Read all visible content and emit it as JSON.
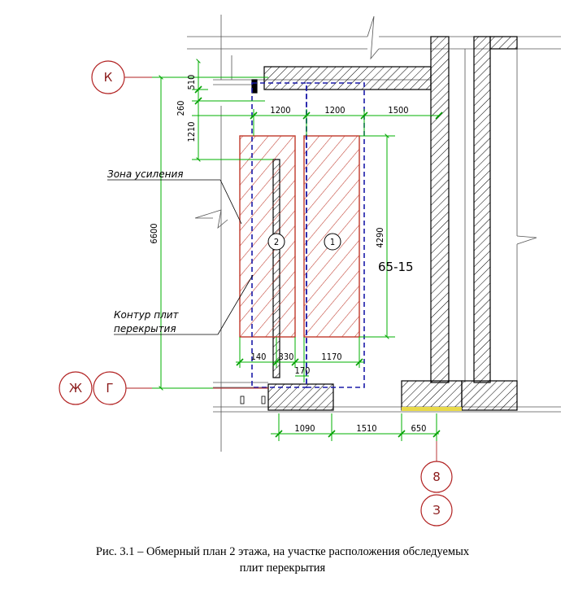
{
  "axes": {
    "k": "К",
    "zh": "Ж",
    "g": "Г",
    "eight": "8",
    "ze": "З"
  },
  "dimensions": {
    "d510": "510",
    "d260": "260",
    "d1210": "1210",
    "d6600": "6600",
    "d1200a": "1200",
    "d1200b": "1200",
    "d1500": "1500",
    "d4290": "4290",
    "d140": "140",
    "d330": "330",
    "d1170": "1170",
    "d170": "170",
    "d1090": "1090",
    "d1510": "1510",
    "d650": "650"
  },
  "labels": {
    "zone": "Зона усиления",
    "contour_line1": "Контур плит",
    "contour_line2": "перекрытия",
    "slab1": "1",
    "slab2": "2",
    "slab_type": "65-15"
  },
  "caption": {
    "line1": "Рис. 3.1 – Обмерный план 2 этажа, на участке расположения обследуемых",
    "line2": "плит перекрытия"
  },
  "colors": {
    "dimension": "#00b000",
    "axis": "#b22222",
    "slab_outline": "#c0392b",
    "contour": "#1a1aa8",
    "wall": "#000000"
  }
}
